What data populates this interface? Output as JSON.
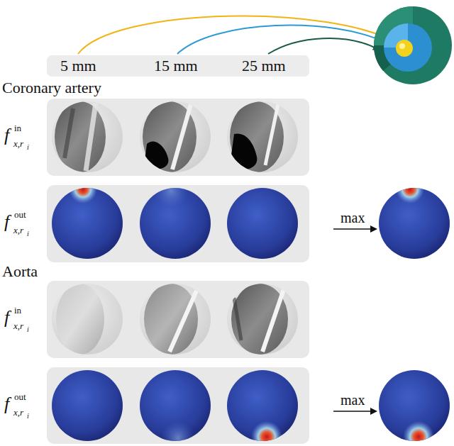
{
  "diagram": {
    "nodes": [
      {
        "text": [
          "5 mm",
          "15 mm",
          "25 mm"
        ]
      }
    ],
    "labels": [
      "Coronary artery",
      "f",
      "in",
      "x,r",
      "i",
      "f",
      "out",
      "x,r",
      "i",
      "max",
      "Aorta",
      "f",
      "in",
      "x,r",
      "i",
      "f",
      "out",
      "x,r",
      "i",
      "max"
    ]
  }
}
